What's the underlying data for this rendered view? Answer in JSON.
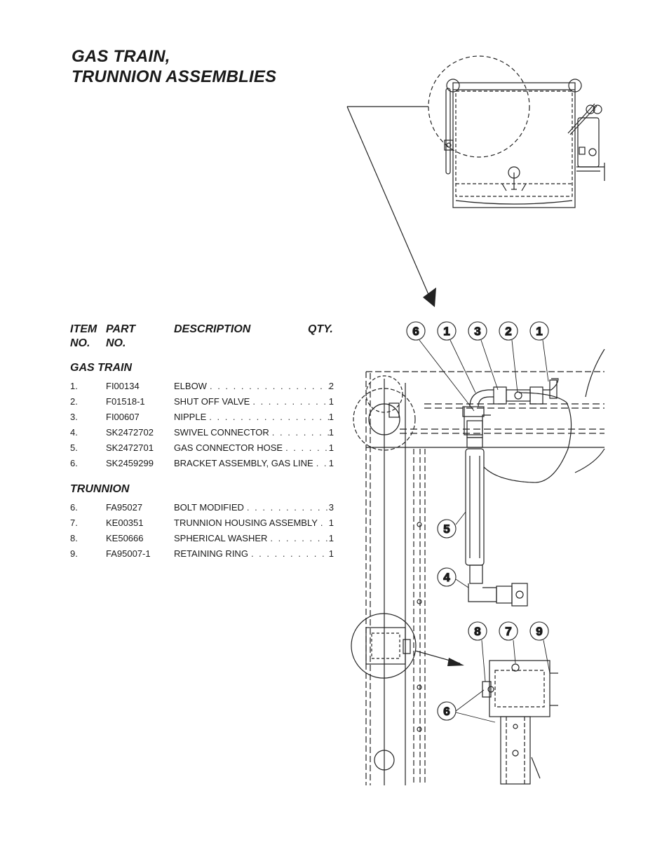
{
  "title": [
    "GAS TRAIN,",
    "TRUNNION ASSEMBLIES"
  ],
  "headers": {
    "item": "ITEM",
    "no1": "NO.",
    "part": "PART",
    "no2": "NO.",
    "description": "DESCRIPTION",
    "qty": "QTY."
  },
  "gas_train": {
    "heading": "GAS TRAIN",
    "rows": [
      {
        "no": "1.",
        "part": "FI00134",
        "desc": "ELBOW",
        "qty": "2"
      },
      {
        "no": "2.",
        "part": "F01518-1",
        "desc": "SHUT OFF VALVE",
        "qty": "1"
      },
      {
        "no": "3.",
        "part": "FI00607",
        "desc": "NIPPLE",
        "qty": "1"
      },
      {
        "no": "4.",
        "part": "SK2472702",
        "desc": "SWIVEL CONNECTOR",
        "qty": "1"
      },
      {
        "no": "5.",
        "part": "SK2472701",
        "desc": "GAS CONNECTOR HOSE",
        "qty": "1"
      },
      {
        "no": "6.",
        "part": "SK2459299",
        "desc": "BRACKET ASSEMBLY, GAS LINE",
        "qty": "1"
      }
    ]
  },
  "trunnion": {
    "heading": "TRUNNION",
    "rows": [
      {
        "no": "6.",
        "part": "FA95027",
        "desc": "BOLT MODIFIED",
        "qty": "3"
      },
      {
        "no": "7.",
        "part": "KE00351",
        "desc": "TRUNNION HOUSING ASSEMBLY",
        "qty": "1"
      },
      {
        "no": "8.",
        "part": "KE50666",
        "desc": "SPHERICAL WASHER",
        "qty": "1"
      },
      {
        "no": "9.",
        "part": "FA95007-1",
        "desc": "RETAINING RING",
        "qty": "1"
      }
    ]
  },
  "callouts": [
    "6",
    "1",
    "3",
    "2",
    "1",
    "5",
    "4",
    "8",
    "7",
    "9",
    "6"
  ]
}
